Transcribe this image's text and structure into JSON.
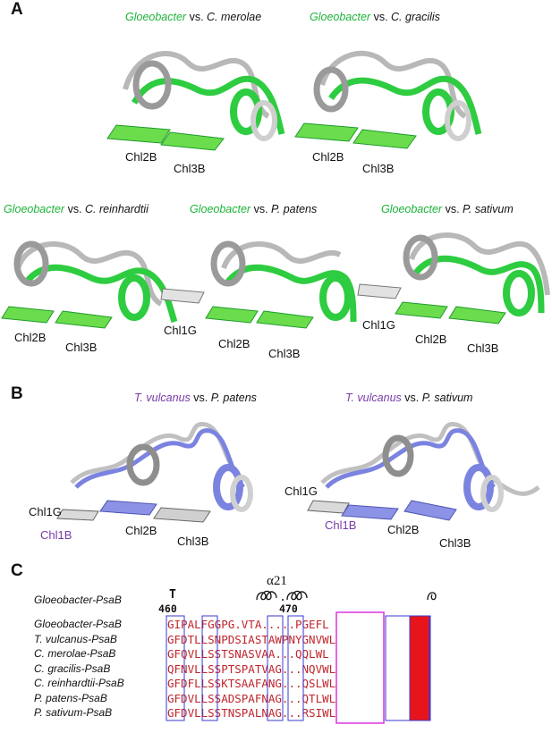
{
  "panelA": {
    "letter": "A",
    "comparisons": [
      {
        "ref": "Gloeobacter",
        "vs": " vs. ",
        "target": "C. merolae"
      },
      {
        "ref": "Gloeobacter",
        "vs": " vs. ",
        "target": "C. gracilis"
      },
      {
        "ref": "Gloeobacter",
        "vs": " vs. ",
        "target": "C. reinhardtii"
      },
      {
        "ref": "Gloeobacter",
        "vs": " vs. ",
        "target": "P. patens"
      },
      {
        "ref": "Gloeobacter",
        "vs": " vs. ",
        "target": "P. sativum"
      }
    ],
    "labels": {
      "chl2b": "Chl2B",
      "chl3b": "Chl3B",
      "chl1g": "Chl1G"
    }
  },
  "panelB": {
    "letter": "B",
    "comparisons": [
      {
        "ref": "T. vulcanus",
        "vs": " vs. ",
        "target": "P. patens"
      },
      {
        "ref": "T. vulcanus",
        "vs": " vs. ",
        "target": "P. sativum"
      }
    ],
    "labels": {
      "chl1g": "Chl1G",
      "chl1b": "Chl1B",
      "chl2b": "Chl2B",
      "chl3b": "Chl3B"
    }
  },
  "panelC": {
    "letter": "C",
    "helix_label": "α21",
    "header_name": "Gloeobacter-PsaB",
    "header_marker": "T",
    "ruler_left": "460",
    "ruler_right": "470",
    "rows": [
      {
        "name": "Gloeobacter-PsaB",
        "seq": "GIPALFGGPG.VTA.....PGEFL"
      },
      {
        "name": "T. vulcanus-PsaB",
        "seq": "GFDTLLSNPDSIASTAWPNYGNVWL"
      },
      {
        "name": "C. merolae-PsaB",
        "seq": "GFQVLLSSTSNASVAA...QQLWL"
      },
      {
        "name": "C. gracilis-PsaB",
        "seq": "QFNVLLSSPTSPATVAG...NQVWL"
      },
      {
        "name": "C. reinhardtii-PsaB",
        "seq": "GFDFLLSSKTSAAFANG...QSLWL"
      },
      {
        "name": "P. patens-PsaB",
        "seq": "GFDVLLSSADSPAFNAG...QTLWL"
      },
      {
        "name": "P. sativum-PsaB",
        "seq": "GFDVLLSSTNSPALNAG...RSIWL"
      }
    ]
  }
}
